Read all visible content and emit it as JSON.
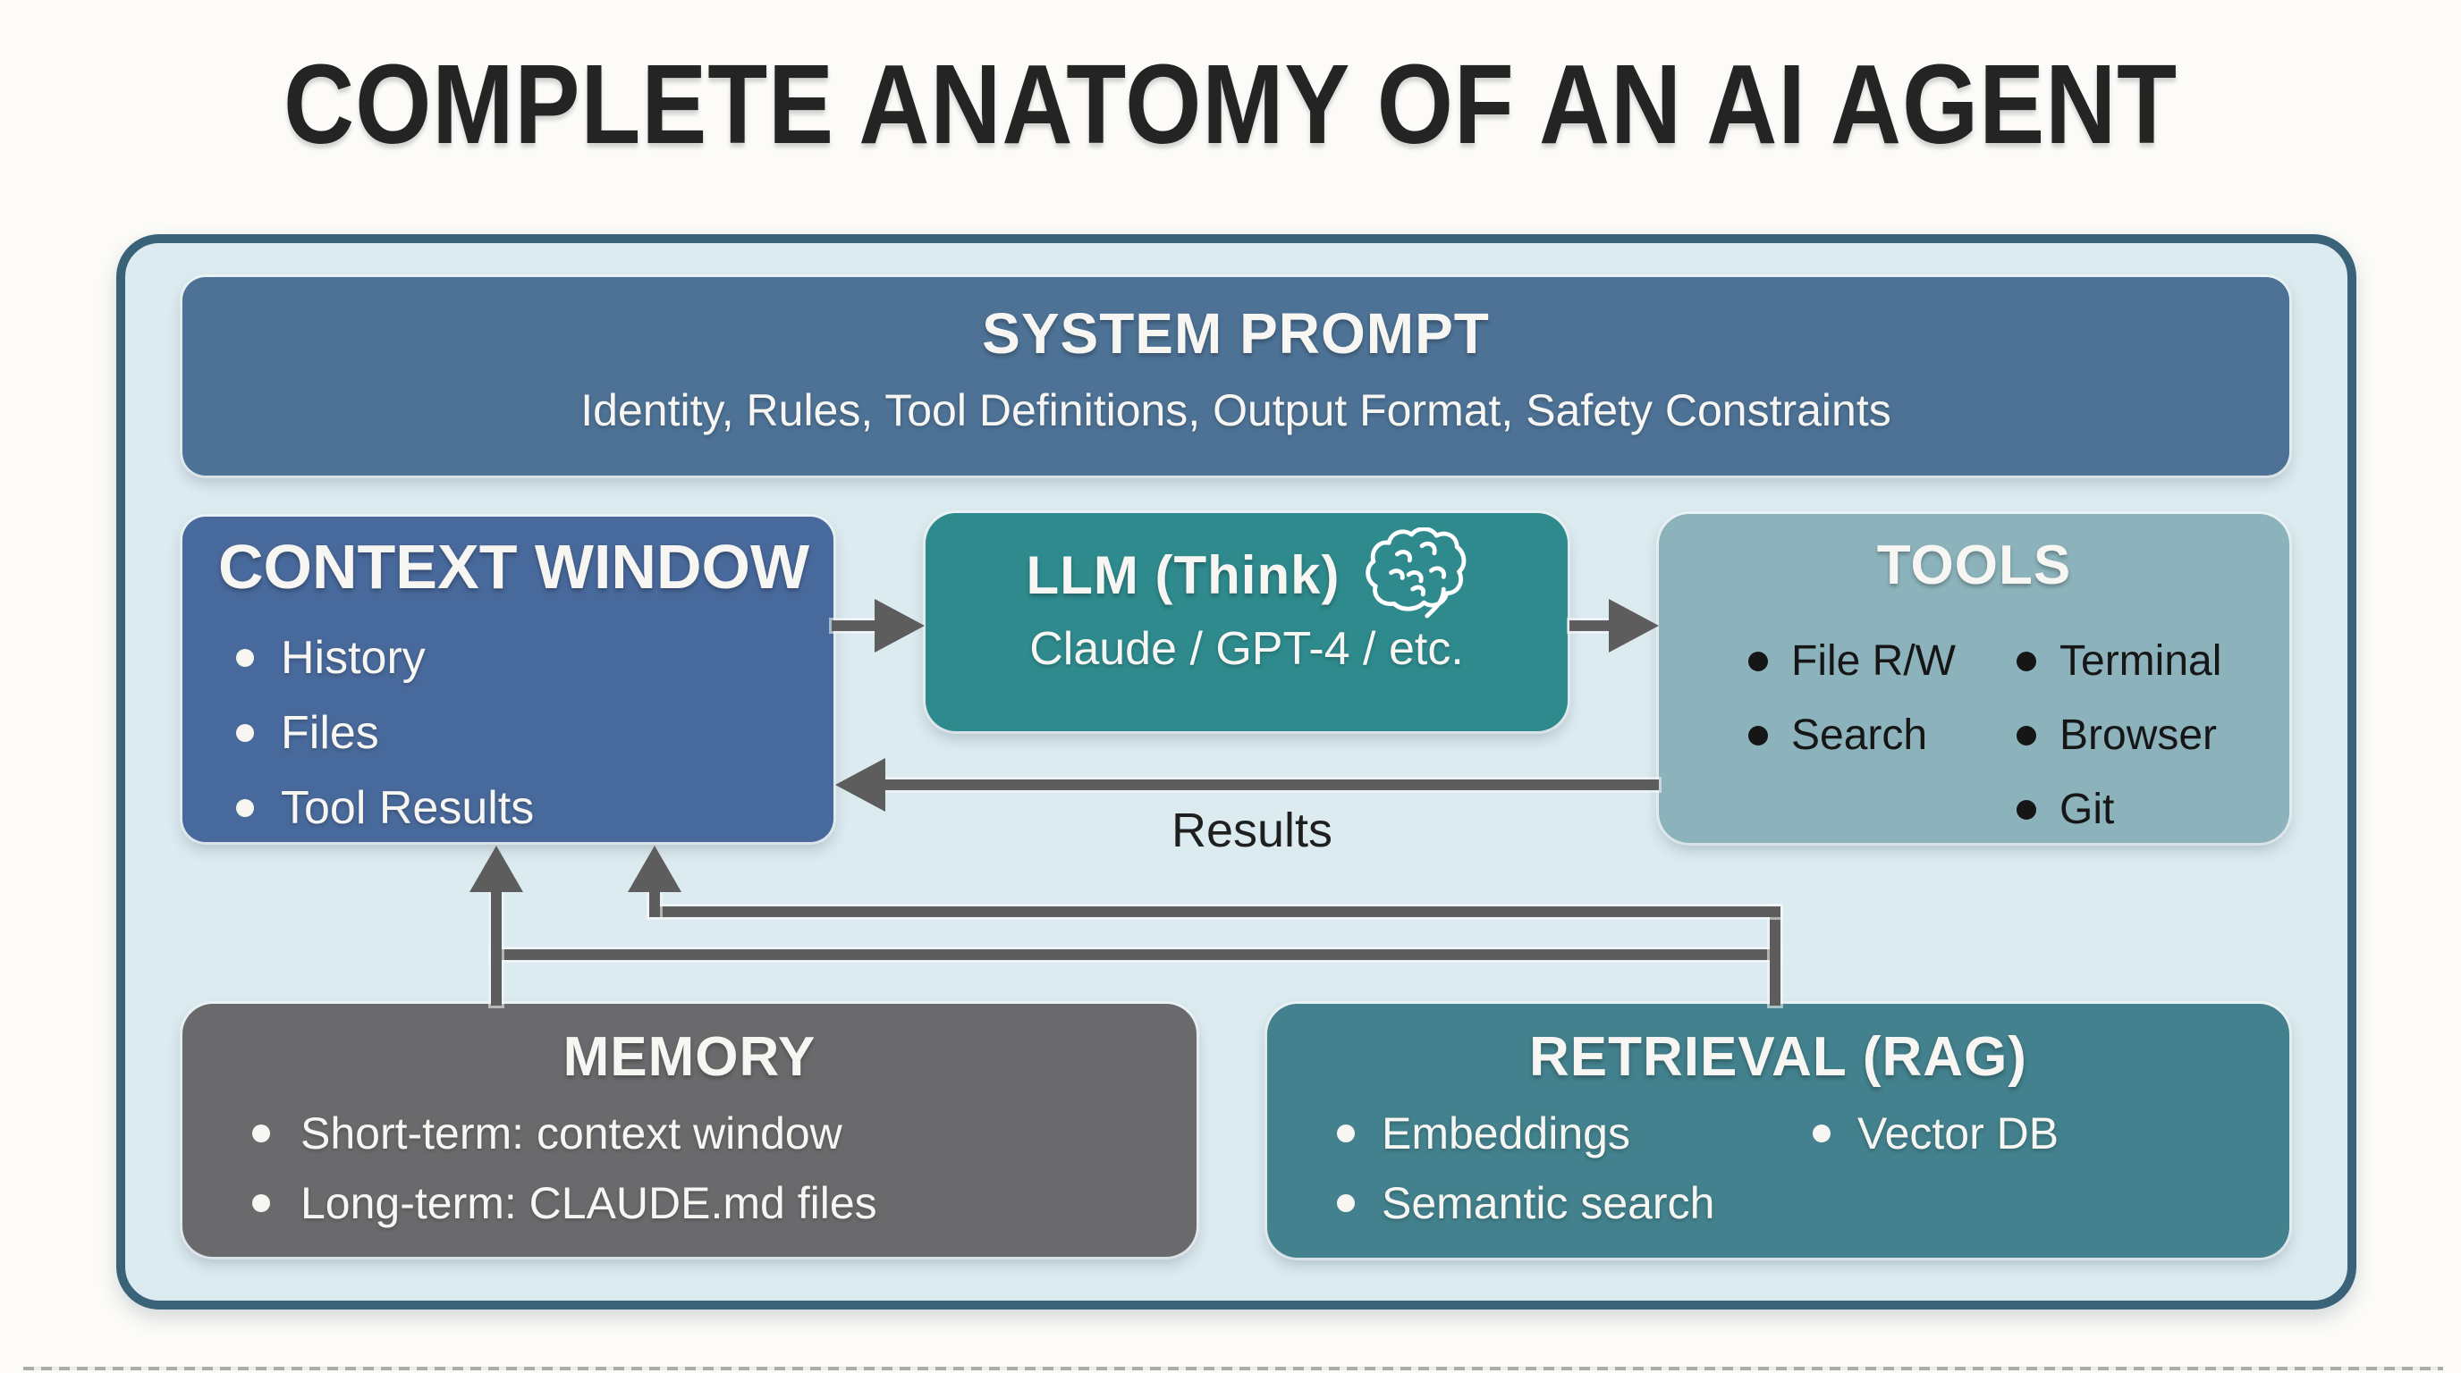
{
  "page_title": "COMPLETE ANATOMY OF AN AI AGENT",
  "colors": {
    "page_bg": "#fcfbf8",
    "title_text": "#242424",
    "panel_bg": "#dcebf0",
    "panel_border": "#3a6379",
    "system_prompt_bg": "#4d7295",
    "context_window_bg": "#48699b",
    "llm_bg": "#2e8a8d",
    "tools_bg": "#8cb3bc",
    "memory_bg": "#6a6a6c",
    "retrieval_bg": "#42818d",
    "arrow": "#5d5d5d",
    "light_text": "#f7f6f2",
    "dark_text": "#161616"
  },
  "boxes": {
    "system_prompt": {
      "title": "SYSTEM PROMPT",
      "subtitle": "Identity, Rules, Tool Definitions, Output Format, Safety Constraints"
    },
    "context_window": {
      "title": "CONTEXT WINDOW",
      "items": [
        "History",
        "Files",
        "Tool Results"
      ]
    },
    "llm": {
      "title": "LLM (Think)",
      "icon": "brain-icon",
      "subtitle": "Claude / GPT-4 / etc."
    },
    "tools": {
      "title": "TOOLS",
      "columns": [
        [
          "File R/W",
          "Search"
        ],
        [
          "Terminal",
          "Browser",
          "Git"
        ]
      ]
    },
    "memory": {
      "title": "MEMORY",
      "items": [
        "Short-term: context window",
        "Long-term: CLAUDE.md files"
      ]
    },
    "retrieval": {
      "title": "RETRIEVAL (RAG)",
      "columns": [
        [
          "Embeddings",
          "Semantic search"
        ],
        [
          "Vector DB"
        ]
      ]
    }
  },
  "labels": {
    "results": "Results"
  }
}
